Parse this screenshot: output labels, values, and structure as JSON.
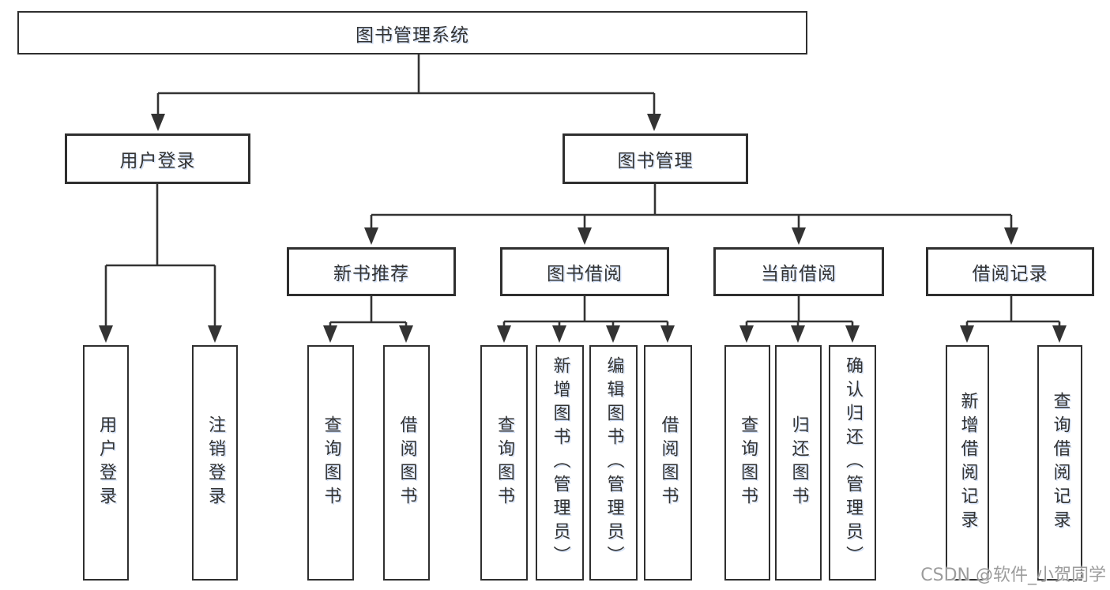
{
  "tree": {
    "root": "图书管理系统",
    "user_login": {
      "label": "用户登录",
      "children": [
        "用户登录",
        "注销登录"
      ]
    },
    "book_mgmt": {
      "label": "图书管理",
      "sections": [
        {
          "label": "新书推荐",
          "children": [
            "查询图书",
            "借阅图书"
          ]
        },
        {
          "label": "图书借阅",
          "children": [
            "查询图书",
            "新增图书（管理员）",
            "编辑图书（管理员）",
            "借阅图书"
          ]
        },
        {
          "label": "当前借阅",
          "children": [
            "查询图书",
            "归还图书",
            "确认归还（管理员）"
          ]
        },
        {
          "label": "借阅记录",
          "children": [
            "新增借阅记录",
            "查询借阅记录"
          ]
        }
      ]
    }
  },
  "watermark": "CSDN @软件_小贺同学",
  "colors": {
    "line": "#333333",
    "box_border": "#2f2f2f",
    "box_background": "#ffffff",
    "text": "#333333",
    "watermark": "#9c9c9c"
  }
}
